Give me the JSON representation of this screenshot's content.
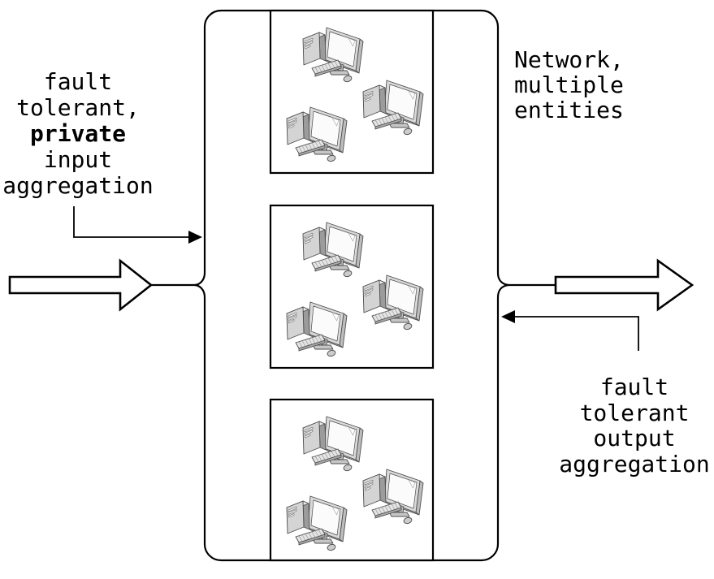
{
  "labels": {
    "input": {
      "lines": [
        "fault",
        "tolerant,",
        "private",
        "input",
        "aggregation"
      ],
      "bold_word": "private"
    },
    "network": {
      "lines": [
        "Network,",
        "multiple",
        "entities"
      ]
    },
    "output": {
      "lines": [
        "fault",
        "tolerant",
        "output",
        "aggregation"
      ]
    }
  },
  "structure": {
    "entity_groups": 3,
    "computers_per_group": 3
  },
  "colors": {
    "background": "#ffffff",
    "line": "#000000",
    "icon_outline": "#4d4d4d",
    "icon_light_gray": "#d9d9d9",
    "icon_mid_gray": "#b0b0b0",
    "icon_dark_gray": "#9c9c9c",
    "screen_white": "#fbfbfb"
  }
}
